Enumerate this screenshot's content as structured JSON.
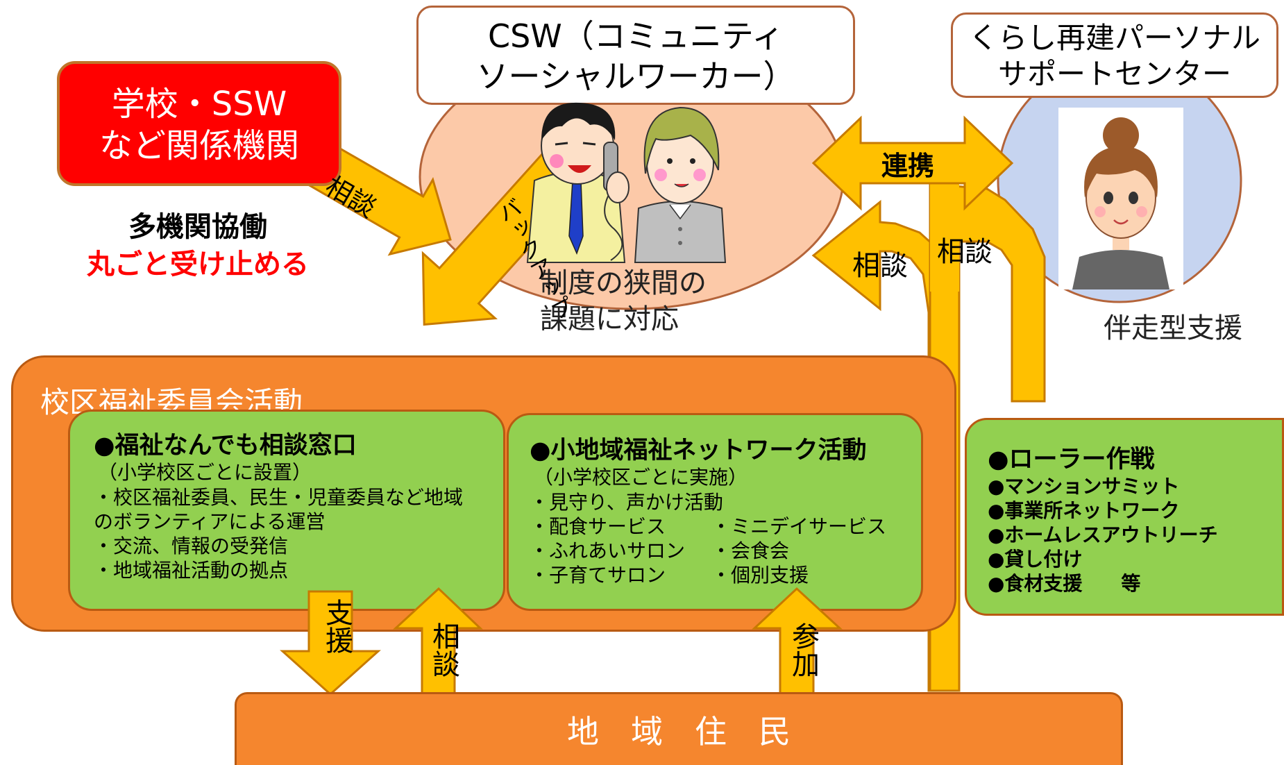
{
  "nodes": {
    "csw": {
      "line1": "CSW（コミュニティ",
      "line2": "ソーシャルワーカー）"
    },
    "kurashi": {
      "line1": "くらし再建パーソナル",
      "line2": "サポートセンター"
    },
    "school": {
      "line1": "学校・SSW",
      "line2": "など関係機関"
    }
  },
  "multi_agency": {
    "line1": "多機関協働",
    "line2": "丸ごと受け止める"
  },
  "csw_caption": {
    "line1": "制度の狭間の",
    "line2": "課題に対応"
  },
  "support_caption": "伴走型支援",
  "arrows": {
    "soudan_school": "相談",
    "backup": "バックアップ",
    "renkei": "連携",
    "soudan_left": "相談",
    "soudan_right": "相談",
    "shien": "支援",
    "soudan_bottom": "相談",
    "sanka": "参加"
  },
  "committee": {
    "title": "校区福祉委員会活動",
    "window": {
      "title": "●福祉なんでも相談窓口",
      "sub": "（小学校区ごとに設置）",
      "items": [
        "・校区福祉委員、民生・児童委員など地域",
        "のボランティアによる運営",
        "・交流、情報の受発信",
        "・地域福祉活動の拠点"
      ]
    },
    "network": {
      "title": "●小地域福祉ネットワーク活動",
      "sub": "（小学校区ごとに実施）",
      "items": [
        "・見守り、声かけ活動"
      ],
      "col_left": [
        "・配食サービス",
        "・ふれあいサロン",
        "・子育てサロン"
      ],
      "col_right": [
        "・ミニデイサービス",
        "・会食会",
        "・個別支援"
      ]
    }
  },
  "roller": {
    "title": "●ローラー作戦",
    "items": [
      "●マンションサミット",
      "●事業所ネットワーク",
      "●ホームレスアウトリーチ",
      "●貸し付け",
      "●食材支援　　等"
    ]
  },
  "residents": "地　域　住　民",
  "colors": {
    "arrow": "#ffc000",
    "arrow_stroke": "#c77a00",
    "panel_orange": "#f5862e",
    "panel_green": "#92d050",
    "school_red": "#ff0000"
  },
  "icons": [
    "csw-workers-illustration",
    "support-worker-illustration"
  ]
}
